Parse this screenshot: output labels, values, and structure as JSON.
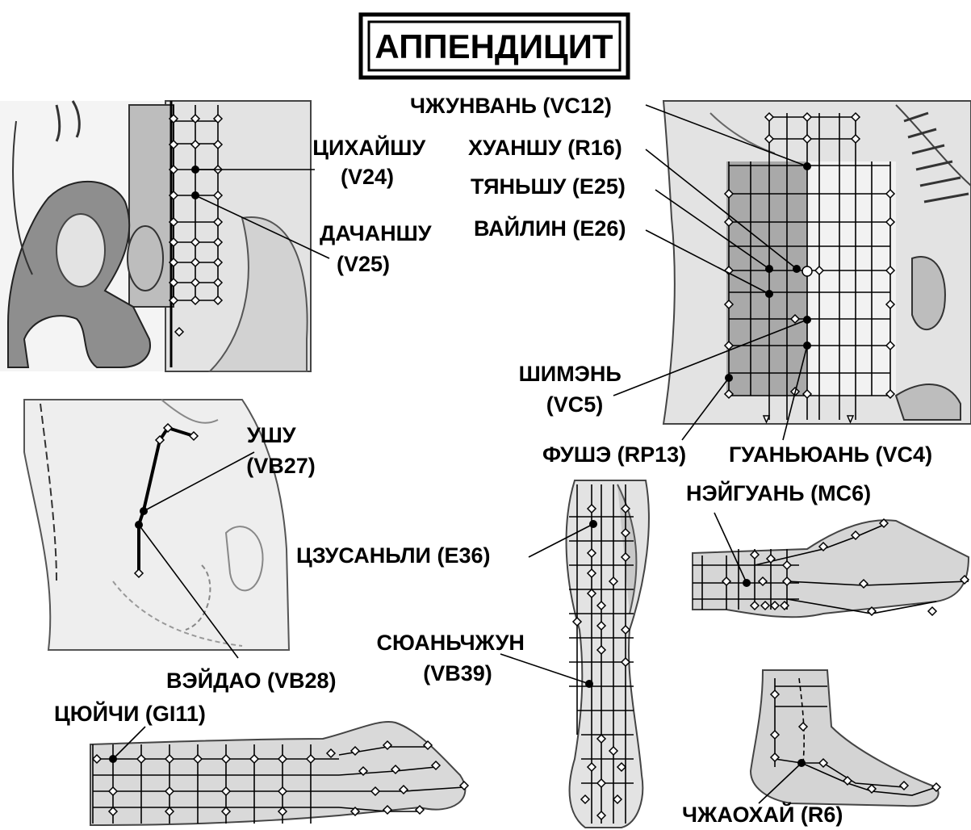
{
  "title": "АППЕНДИЦИТ",
  "points": [
    {
      "id": "v24",
      "label_lines": [
        "ЦИХАЙШУ",
        "(V24)"
      ]
    },
    {
      "id": "v25",
      "label_lines": [
        "ДАЧАНШУ",
        "(V25)"
      ]
    },
    {
      "id": "vc12",
      "label_lines": [
        "ЧЖУНВАНЬ (VC12)"
      ]
    },
    {
      "id": "r16",
      "label_lines": [
        "ХУАНШУ (R16)"
      ]
    },
    {
      "id": "e25",
      "label_lines": [
        "ТЯНЬШУ (E25)"
      ]
    },
    {
      "id": "e26",
      "label_lines": [
        "ВАЙЛИН (E26)"
      ]
    },
    {
      "id": "vc5",
      "label_lines": [
        "ШИМЭНЬ",
        "(VC5)"
      ]
    },
    {
      "id": "rp13",
      "label_lines": [
        "ФУШЭ (RP13)"
      ]
    },
    {
      "id": "vc4",
      "label_lines": [
        "ГУАНЬЮАНЬ (VC4)"
      ]
    },
    {
      "id": "vb27",
      "label_lines": [
        "УШУ",
        "(VB27)"
      ]
    },
    {
      "id": "mc6",
      "label_lines": [
        "НЭЙГУАНЬ (MC6)"
      ]
    },
    {
      "id": "e36",
      "label_lines": [
        "ЦЗУСАНЬЛИ (E36)"
      ]
    },
    {
      "id": "vb28",
      "label_lines": [
        "ВЭЙДАО (VB28)"
      ]
    },
    {
      "id": "vb39",
      "label_lines": [
        "СЮАНЬЧЖУН",
        "(VB39)"
      ]
    },
    {
      "id": "gi11",
      "label_lines": [
        "ЦЮЙЧИ (GI11)"
      ]
    },
    {
      "id": "r6",
      "label_lines": [
        "ЧЖАОХАЙ (R6)"
      ]
    }
  ]
}
